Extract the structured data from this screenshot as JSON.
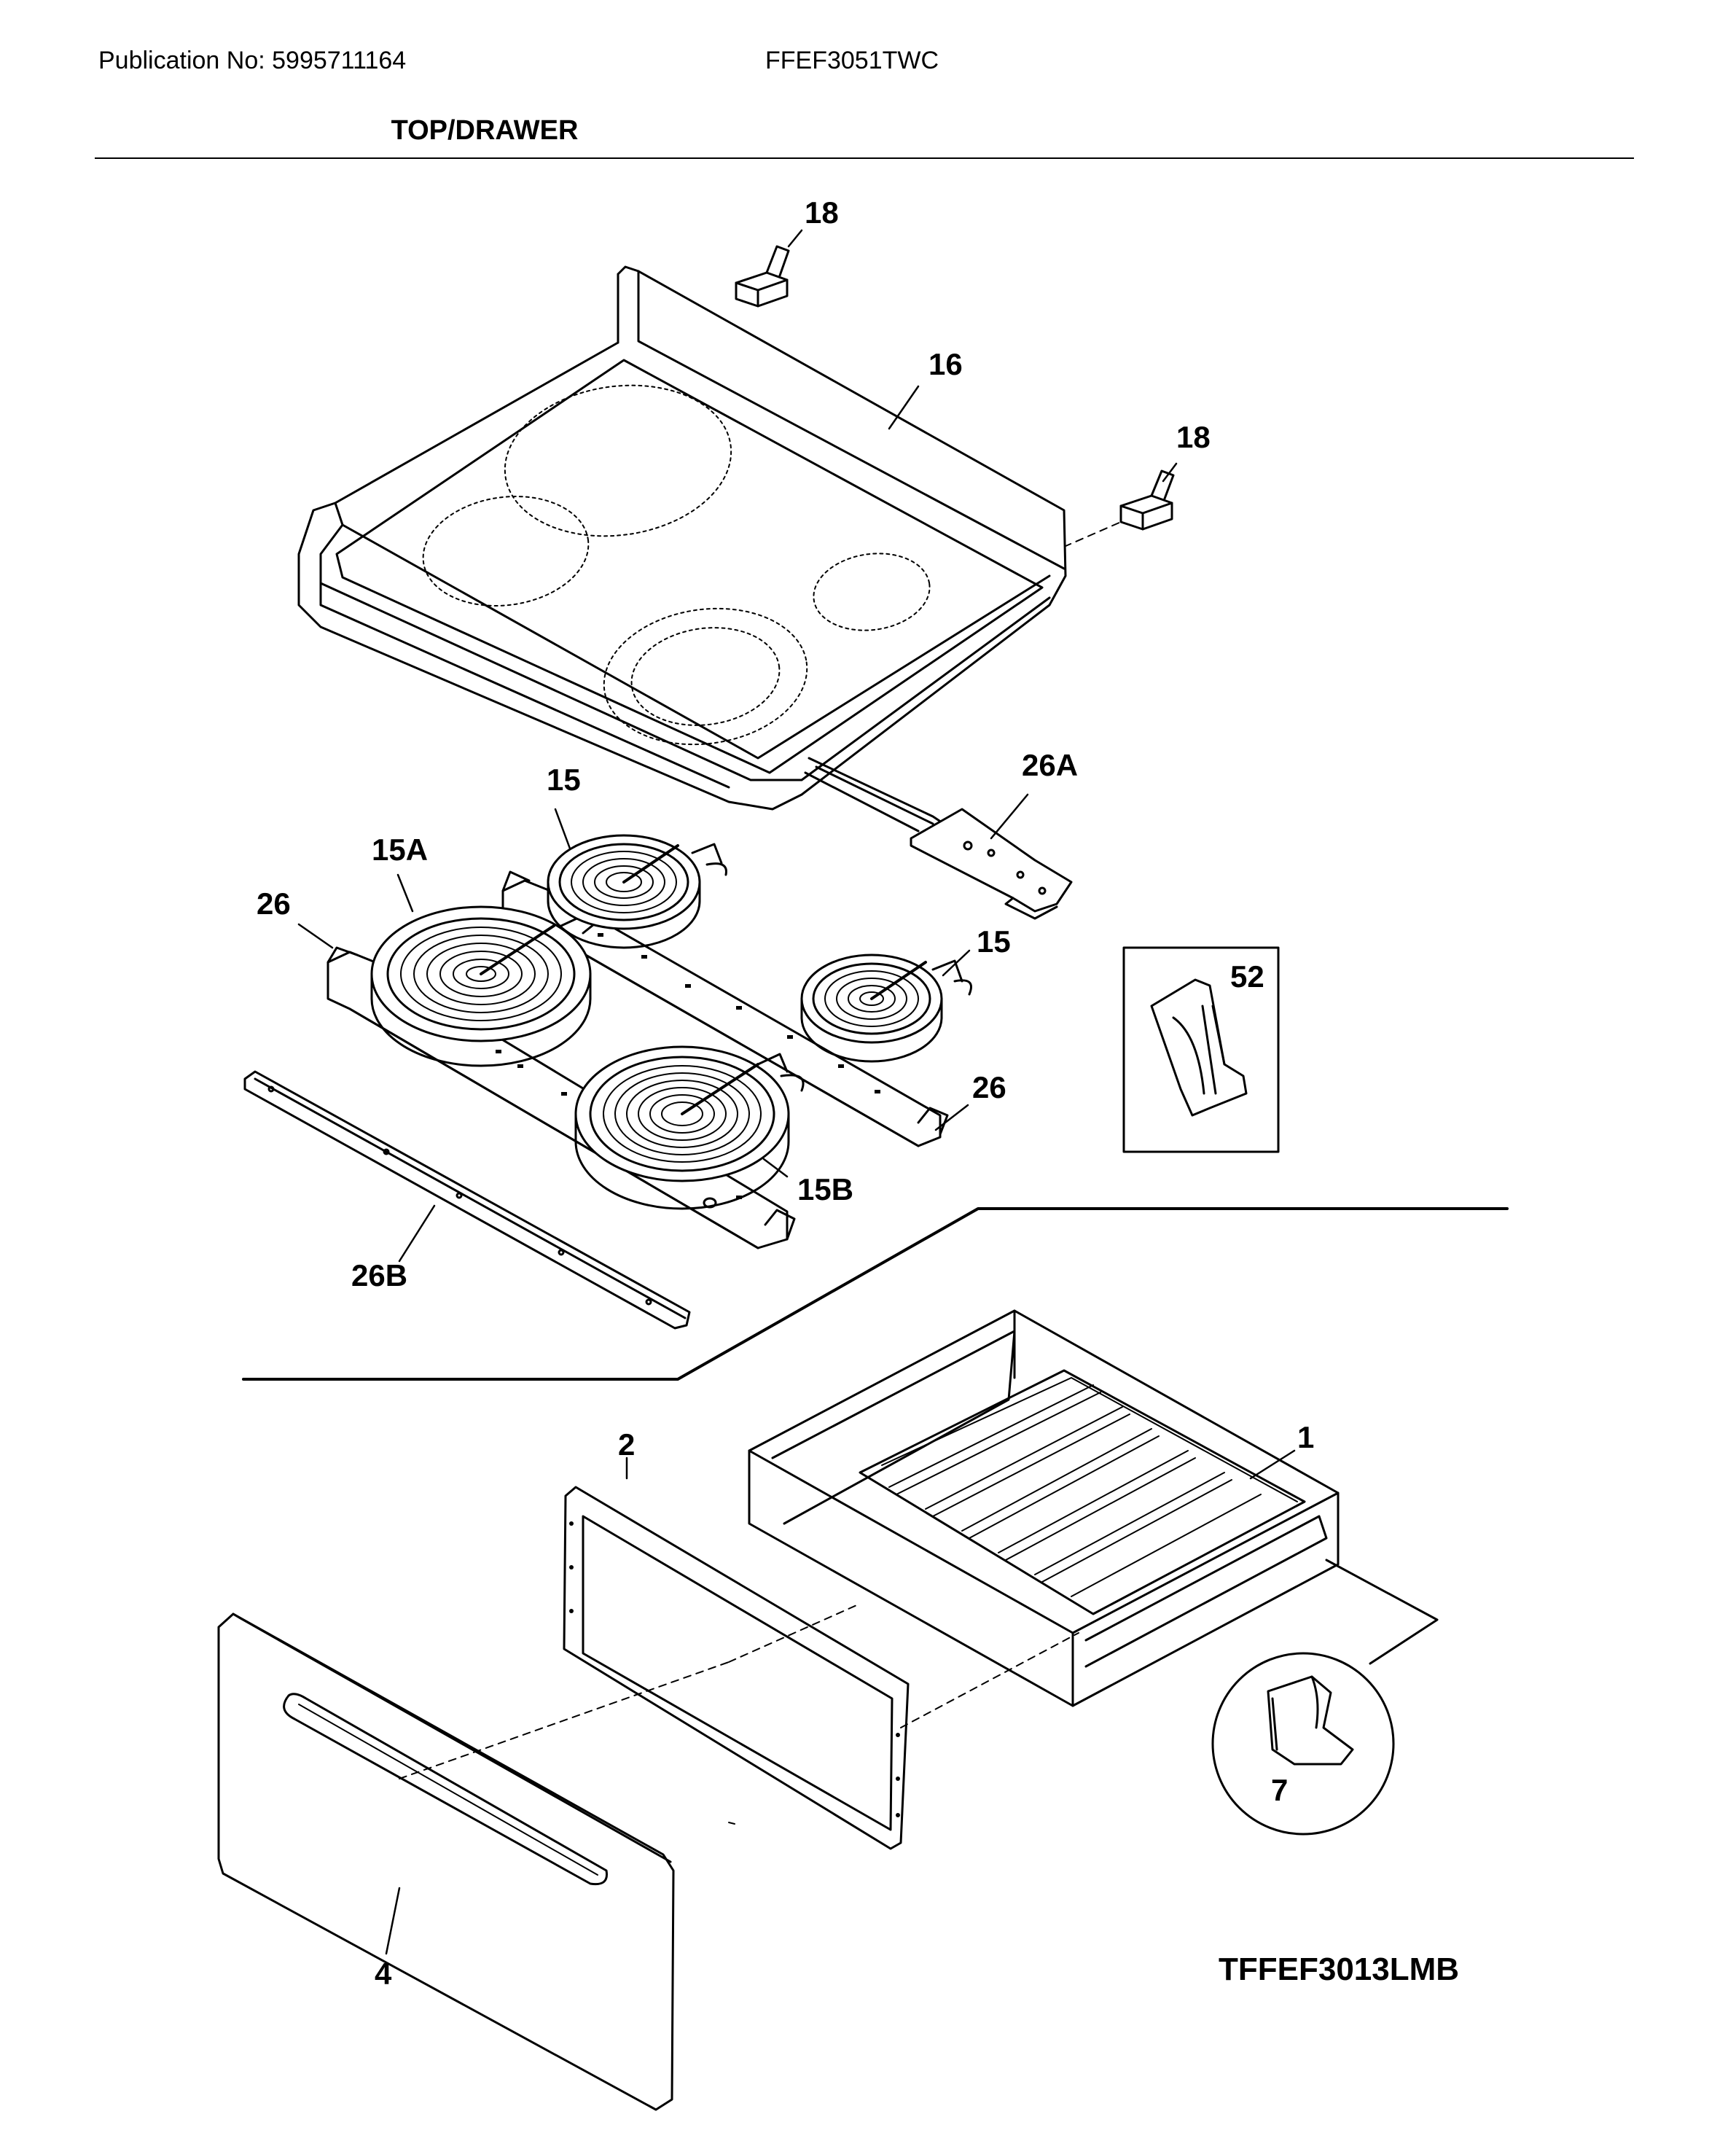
{
  "header": {
    "publication": "Publication No: 5995711164",
    "model": "FFEF3051TWC",
    "section": "TOP/DRAWER"
  },
  "callouts": {
    "c18a": "18",
    "c16": "16",
    "c18b": "18",
    "c26A": "26A",
    "c15a": "15",
    "c15A": "15A",
    "c26a": "26",
    "c15b": "15",
    "c52": "52",
    "c26b": "26",
    "c15B": "15B",
    "c26B": "26B",
    "c1": "1",
    "c2": "2",
    "c7": "7",
    "c4": "4"
  },
  "reference_code": "TFFEF3013LMB"
}
